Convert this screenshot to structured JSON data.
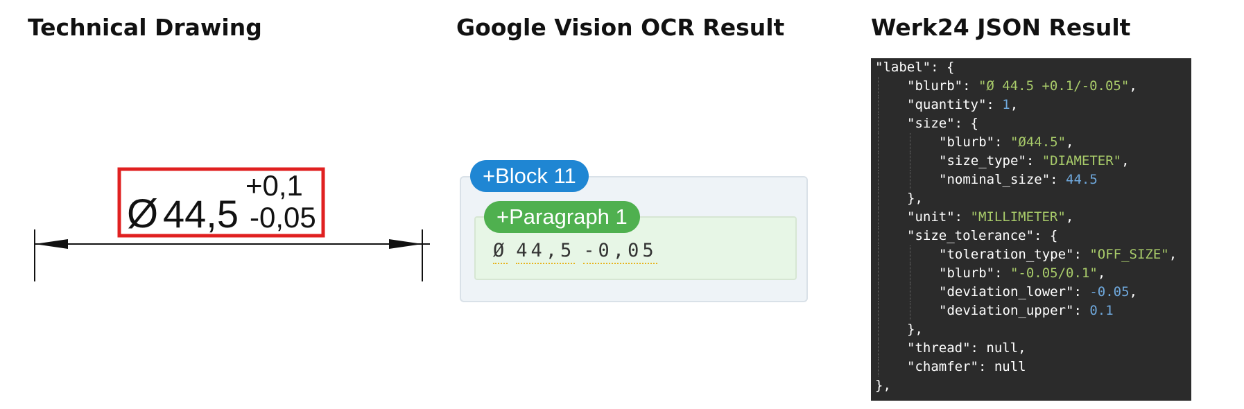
{
  "headings": {
    "drawing": "Technical Drawing",
    "ocr": "Google Vision OCR Result",
    "json": "Werk24 JSON Result"
  },
  "drawing": {
    "symbol": "Ø",
    "nominal": "44,5",
    "tolerance_upper": "+0,1",
    "tolerance_lower": "-0,05",
    "highlight_color": "#e02020"
  },
  "ocr": {
    "block_label": "+Block 11",
    "paragraph_label": "+Paragraph 1",
    "words": [
      "Ø",
      "44,5",
      "-0,05"
    ],
    "block_color": "#1f86d3",
    "paragraph_color": "#4fb04f"
  },
  "json_lines": [
    {
      "indent": 0,
      "parts": [
        {
          "t": "\"label\"",
          "c": "k"
        },
        {
          "t": ": {",
          "c": "p"
        }
      ]
    },
    {
      "indent": 1,
      "parts": [
        {
          "t": "\"blurb\"",
          "c": "k"
        },
        {
          "t": ": ",
          "c": "p"
        },
        {
          "t": "\"Ø 44.5 +0.1/-0.05\"",
          "c": "s"
        },
        {
          "t": ",",
          "c": "p"
        }
      ]
    },
    {
      "indent": 1,
      "parts": [
        {
          "t": "\"quantity\"",
          "c": "k"
        },
        {
          "t": ": ",
          "c": "p"
        },
        {
          "t": "1",
          "c": "n"
        },
        {
          "t": ",",
          "c": "p"
        }
      ]
    },
    {
      "indent": 1,
      "parts": [
        {
          "t": "\"size\"",
          "c": "k"
        },
        {
          "t": ": {",
          "c": "p"
        }
      ]
    },
    {
      "indent": 2,
      "parts": [
        {
          "t": "\"blurb\"",
          "c": "k"
        },
        {
          "t": ": ",
          "c": "p"
        },
        {
          "t": "\"Ø44.5\"",
          "c": "s"
        },
        {
          "t": ",",
          "c": "p"
        }
      ]
    },
    {
      "indent": 2,
      "parts": [
        {
          "t": "\"size_type\"",
          "c": "k"
        },
        {
          "t": ": ",
          "c": "p"
        },
        {
          "t": "\"DIAMETER\"",
          "c": "s"
        },
        {
          "t": ",",
          "c": "p"
        }
      ]
    },
    {
      "indent": 2,
      "parts": [
        {
          "t": "\"nominal_size\"",
          "c": "k"
        },
        {
          "t": ": ",
          "c": "p"
        },
        {
          "t": "44.5",
          "c": "n"
        }
      ]
    },
    {
      "indent": 1,
      "parts": [
        {
          "t": "},",
          "c": "p"
        }
      ]
    },
    {
      "indent": 1,
      "parts": [
        {
          "t": "\"unit\"",
          "c": "k"
        },
        {
          "t": ": ",
          "c": "p"
        },
        {
          "t": "\"MILLIMETER\"",
          "c": "s"
        },
        {
          "t": ",",
          "c": "p"
        }
      ]
    },
    {
      "indent": 1,
      "parts": [
        {
          "t": "\"size_tolerance\"",
          "c": "k"
        },
        {
          "t": ": {",
          "c": "p"
        }
      ]
    },
    {
      "indent": 2,
      "parts": [
        {
          "t": "\"toleration_type\"",
          "c": "k"
        },
        {
          "t": ": ",
          "c": "p"
        },
        {
          "t": "\"OFF_SIZE\"",
          "c": "s"
        },
        {
          "t": ",",
          "c": "p"
        }
      ]
    },
    {
      "indent": 2,
      "parts": [
        {
          "t": "\"blurb\"",
          "c": "k"
        },
        {
          "t": ": ",
          "c": "p"
        },
        {
          "t": "\"-0.05/0.1\"",
          "c": "s"
        },
        {
          "t": ",",
          "c": "p"
        }
      ]
    },
    {
      "indent": 2,
      "parts": [
        {
          "t": "\"deviation_lower\"",
          "c": "k"
        },
        {
          "t": ": ",
          "c": "p"
        },
        {
          "t": "-0.05",
          "c": "n"
        },
        {
          "t": ",",
          "c": "p"
        }
      ]
    },
    {
      "indent": 2,
      "parts": [
        {
          "t": "\"deviation_upper\"",
          "c": "k"
        },
        {
          "t": ": ",
          "c": "p"
        },
        {
          "t": "0.1",
          "c": "n"
        }
      ]
    },
    {
      "indent": 1,
      "parts": [
        {
          "t": "},",
          "c": "p"
        }
      ]
    },
    {
      "indent": 1,
      "parts": [
        {
          "t": "\"thread\"",
          "c": "k"
        },
        {
          "t": ": null,",
          "c": "p"
        }
      ]
    },
    {
      "indent": 1,
      "parts": [
        {
          "t": "\"chamfer\"",
          "c": "k"
        },
        {
          "t": ": null",
          "c": "p"
        }
      ]
    },
    {
      "indent": 0,
      "parts": [
        {
          "t": "},",
          "c": "p"
        }
      ]
    }
  ]
}
